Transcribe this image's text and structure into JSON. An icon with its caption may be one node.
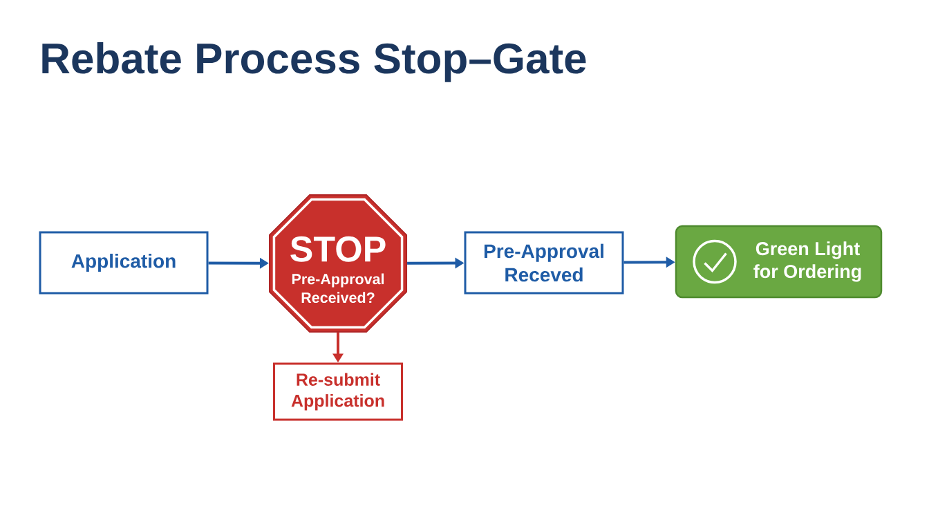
{
  "diagram": {
    "title": "Rebate Process Stop–Gate",
    "nodes": [
      {
        "text": [
          "Application"
        ]
      },
      {
        "text": [
          "STOP",
          "Pre-Approval Received?"
        ]
      },
      {
        "text": [
          "Pre-Approval Receved"
        ]
      },
      {
        "text": [
          "Green Light for Ordering"
        ]
      },
      {
        "text": [
          "Re-submit Application"
        ]
      }
    ],
    "edges": [
      {
        "from": 0,
        "to": 1,
        "arrow": "to"
      },
      {
        "from": 1,
        "to": 2,
        "arrow": "to"
      },
      {
        "from": 2,
        "to": 3,
        "arrow": "to"
      },
      {
        "from": 1,
        "to": 4,
        "arrow": "to",
        "color": "#c8302c"
      }
    ]
  }
}
